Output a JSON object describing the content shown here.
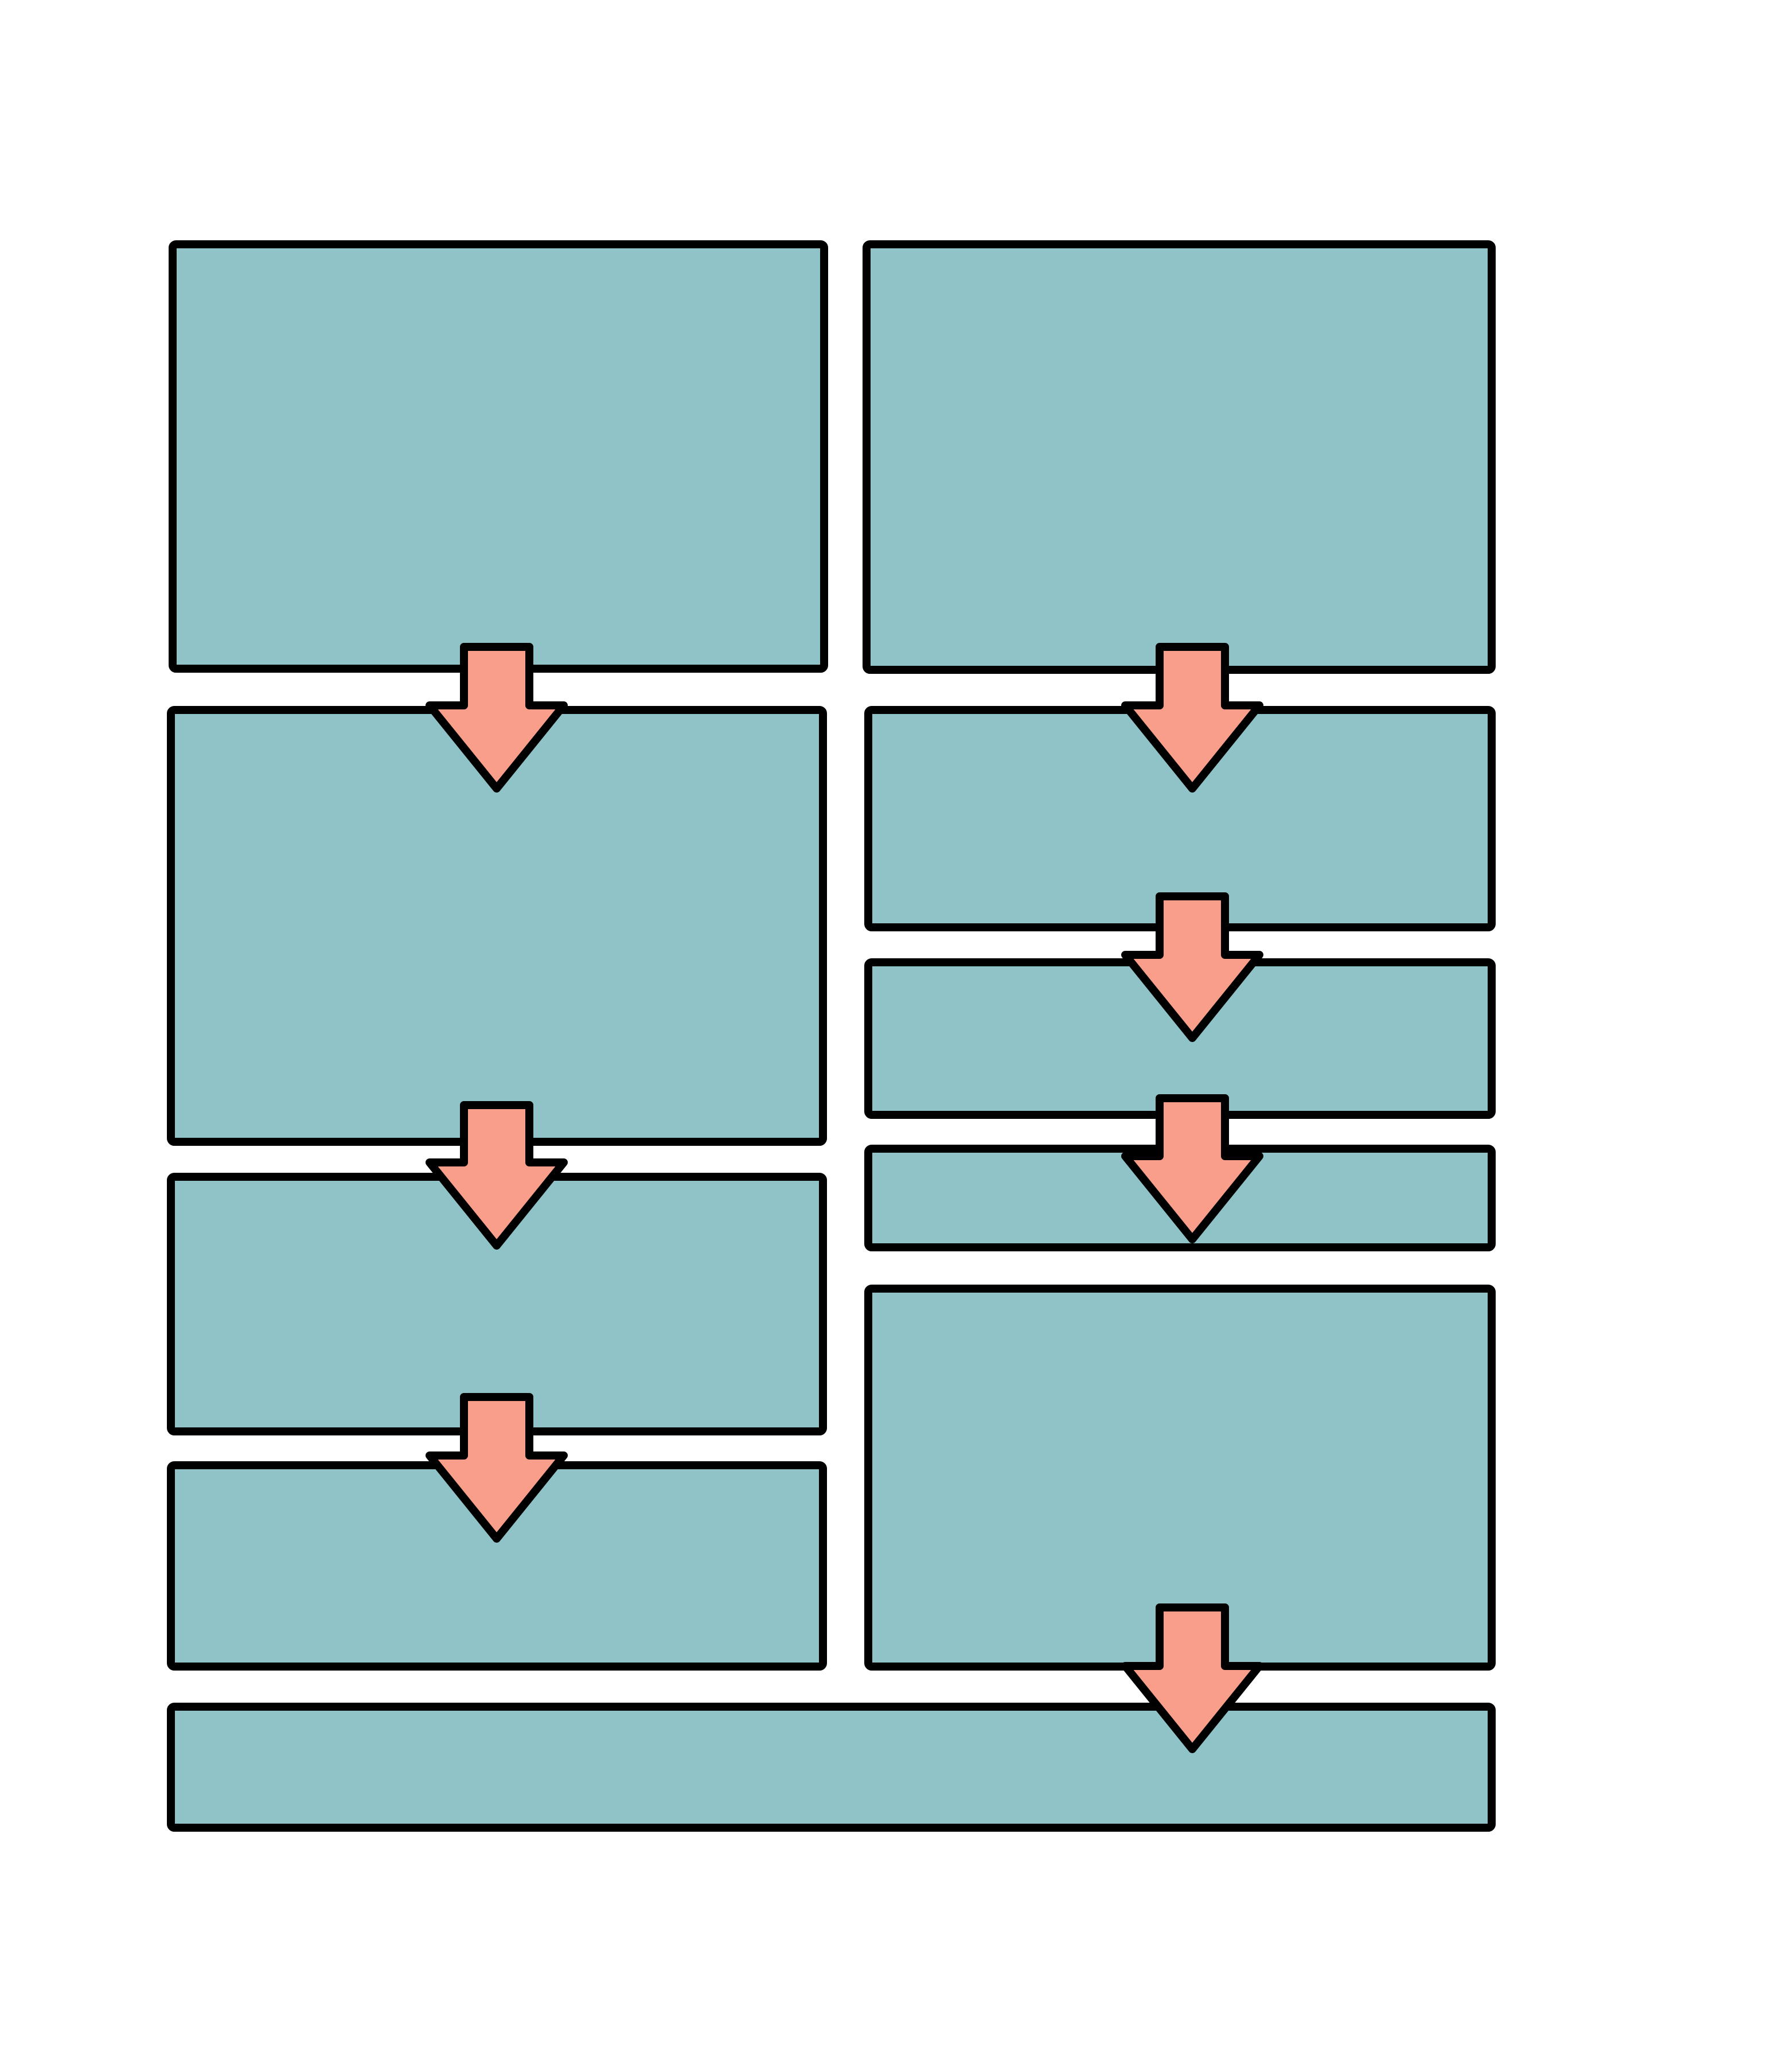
{
  "diagram": {
    "colors": {
      "background": "#ffffff",
      "box_fill": "#8fc3c7",
      "arrow_fill": "#f89e8a",
      "stroke": "#000000"
    },
    "columns": [
      "left",
      "right",
      "full-width"
    ],
    "boxes": [
      {
        "id": "left-1",
        "column": "left"
      },
      {
        "id": "left-2",
        "column": "left"
      },
      {
        "id": "left-3",
        "column": "left"
      },
      {
        "id": "left-4",
        "column": "left"
      },
      {
        "id": "right-1",
        "column": "right"
      },
      {
        "id": "right-2",
        "column": "right"
      },
      {
        "id": "right-3",
        "column": "right"
      },
      {
        "id": "right-4",
        "column": "right"
      },
      {
        "id": "right-5",
        "column": "right"
      },
      {
        "id": "bottom",
        "column": "full-width"
      }
    ],
    "arrows": [
      {
        "from": "left-1",
        "to": "left-2",
        "direction": "down"
      },
      {
        "from": "left-2",
        "to": "left-3",
        "direction": "down"
      },
      {
        "from": "left-3",
        "to": "left-4",
        "direction": "down"
      },
      {
        "from": "right-1",
        "to": "right-2",
        "direction": "down"
      },
      {
        "from": "right-2",
        "to": "right-3",
        "direction": "down"
      },
      {
        "from": "right-3",
        "to": "right-4",
        "direction": "down"
      },
      {
        "from": "right-5",
        "to": "bottom",
        "direction": "down"
      }
    ]
  }
}
